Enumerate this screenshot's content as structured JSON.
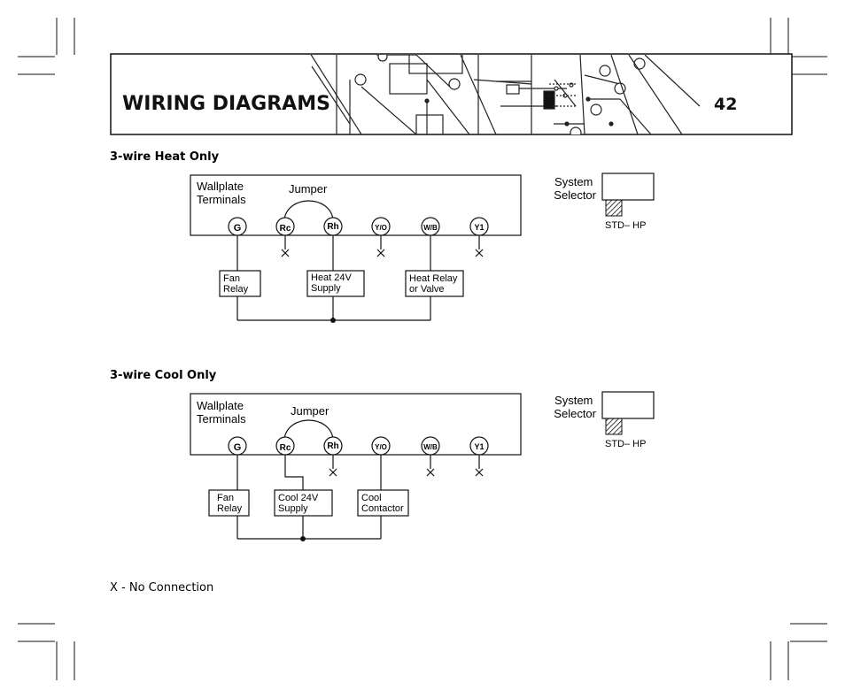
{
  "header": {
    "title": "WIRING DIAGRAMS",
    "page_number": "42"
  },
  "sections": [
    {
      "heading": "3-wire Heat Only",
      "wallplate_label": [
        "Wallplate",
        "Terminals"
      ],
      "jumper_label": "Jumper",
      "terminals": [
        "G",
        "Rc",
        "Rh",
        "Y/O",
        "W/B",
        "Y1"
      ],
      "devices": [
        {
          "lines": [
            "Fan",
            "Relay"
          ]
        },
        {
          "lines": [
            "Heat 24V",
            "Supply"
          ]
        },
        {
          "lines": [
            "Heat Relay",
            "or Valve"
          ]
        }
      ],
      "selector_label": [
        "System",
        "Selector"
      ],
      "selector_options": "STD– HP"
    },
    {
      "heading": "3-wire Cool Only",
      "wallplate_label": [
        "Wallplate",
        "Terminals"
      ],
      "jumper_label": "Jumper",
      "terminals": [
        "G",
        "Rc",
        "Rh",
        "Y/O",
        "W/B",
        "Y1"
      ],
      "devices": [
        {
          "lines": [
            "Fan",
            "Relay"
          ]
        },
        {
          "lines": [
            "Cool 24V",
            "Supply"
          ]
        },
        {
          "lines": [
            "Cool",
            "Contactor"
          ]
        }
      ],
      "selector_label": [
        "System",
        "Selector"
      ],
      "selector_options": "STD– HP"
    }
  ],
  "footnote": "X - No Connection"
}
